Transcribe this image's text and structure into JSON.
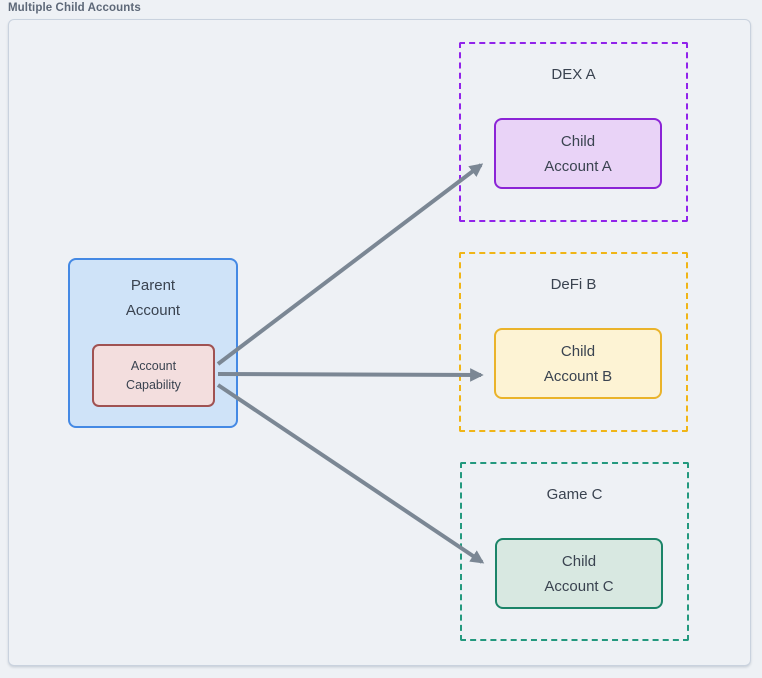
{
  "page": {
    "title": "Multiple Child Accounts"
  },
  "colors": {
    "page_background": "#eef1f5",
    "container_border": "#c9d2de",
    "arrow": "#7b8794",
    "node_text": "#3a4350",
    "page_title_text": "#5d6878"
  },
  "parent_node": {
    "label_lines": [
      "Parent",
      "Account"
    ],
    "fill": "#cfe3f8",
    "border": "#4489e4"
  },
  "capability_node": {
    "label_lines": [
      "Account",
      "Capability"
    ],
    "fill": "#f3dede",
    "border": "#a05252"
  },
  "groups": [
    {
      "title": "DEX A",
      "border": "#9123ea",
      "child": {
        "label_lines": [
          "Child",
          "Account A"
        ],
        "fill": "#e9d3f7",
        "border": "#8b24d6"
      }
    },
    {
      "title": "DeFi B",
      "border": "#f0b517",
      "child": {
        "label_lines": [
          "Child",
          "Account B"
        ],
        "fill": "#fdf3d4",
        "border": "#eab32a"
      }
    },
    {
      "title": "Game C",
      "border": "#23997e",
      "child": {
        "label_lines": [
          "Child",
          "Account C"
        ],
        "fill": "#d8e8e1",
        "border": "#1b8468"
      }
    }
  ],
  "edges": [
    {
      "from": "Account Capability",
      "to": "Child Account A"
    },
    {
      "from": "Account Capability",
      "to": "Child Account B"
    },
    {
      "from": "Account Capability",
      "to": "Child Account C"
    }
  ]
}
